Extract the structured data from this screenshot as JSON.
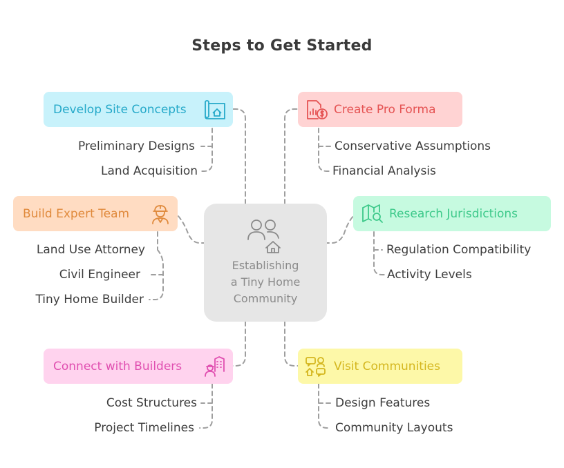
{
  "title": "Steps to Get Started",
  "center": {
    "label": "Establishing\na Tiny Home\nCommunity",
    "icon": "users-house-icon"
  },
  "colors": {
    "blue": {
      "bg": "#c8f2fb",
      "fg": "#25a9c9"
    },
    "red": {
      "bg": "#ffd3d3",
      "fg": "#e55353"
    },
    "orange": {
      "bg": "#ffdcc2",
      "fg": "#e08a3c"
    },
    "green": {
      "bg": "#c6fae0",
      "fg": "#3dc98a"
    },
    "pink": {
      "bg": "#ffd3ee",
      "fg": "#e04fb0"
    },
    "yellow": {
      "bg": "#fdf8a8",
      "fg": "#d4b61e"
    },
    "connector": "#9e9e9e"
  },
  "topics": {
    "develop": {
      "label": "Develop Site Concepts",
      "icon": "blueprint-house-icon",
      "items": [
        "Preliminary Designs",
        "Land Acquisition"
      ]
    },
    "proforma": {
      "label": "Create Pro Forma",
      "icon": "financial-report-icon",
      "items": [
        "Conservative Assumptions",
        "Financial Analysis"
      ]
    },
    "team": {
      "label": "Build Expert Team",
      "icon": "construction-worker-icon",
      "items": [
        "Land Use Attorney",
        "Civil Engineer",
        "Tiny Home Builder"
      ]
    },
    "research": {
      "label": "Research Jurisdictions",
      "icon": "map-search-icon",
      "items": [
        "Regulation Compatibility",
        "Activity Levels"
      ]
    },
    "builders": {
      "label": "Connect with Builders",
      "icon": "person-building-icon",
      "items": [
        "Cost Structures",
        "Project Timelines"
      ]
    },
    "visit": {
      "label": "Visit Communities",
      "icon": "community-chat-icon",
      "items": [
        "Design Features",
        "Community Layouts"
      ]
    }
  }
}
